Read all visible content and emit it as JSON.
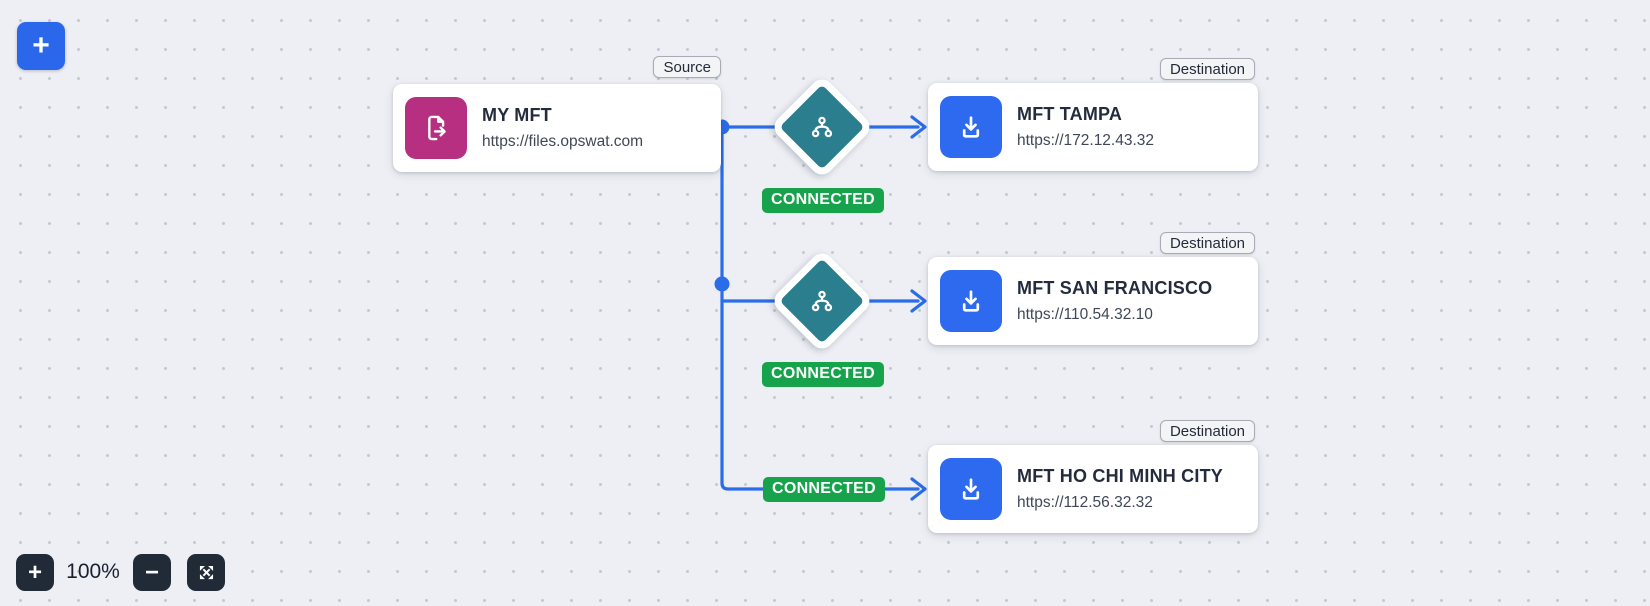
{
  "colors": {
    "canvas-bg": "#edeff4",
    "grid-dot": "#c5c9d1",
    "accent": "#2b67ea",
    "edge": "#2b6ce9",
    "tile-blue": "#2d6af0",
    "tile-magenta": "#b72f80",
    "diamond-teal": "#2b7e8e",
    "status-green": "#17a34b",
    "dark-button": "#212b38",
    "chip-bg": "#f3f4f6",
    "chip-border": "#a6abb5",
    "title-text": "#242b3d",
    "subtitle-text": "#3f4757"
  },
  "canvas": {
    "add_button_label": "+"
  },
  "source": {
    "chip": "Source",
    "title": "MY MFT",
    "url": "https://files.opswat.com",
    "icon": "file-export-icon"
  },
  "connections": [
    {
      "status": "CONNECTED",
      "icon": "sitemap-icon"
    },
    {
      "status": "CONNECTED",
      "icon": "sitemap-icon"
    },
    {
      "status": "CONNECTED"
    }
  ],
  "destinations": [
    {
      "chip": "Destination",
      "title": "MFT TAMPA",
      "url": "https://172.12.43.32",
      "icon": "download-icon"
    },
    {
      "chip": "Destination",
      "title": "MFT SAN FRANCISCO",
      "url": "https://110.54.32.10",
      "icon": "download-icon"
    },
    {
      "chip": "Destination",
      "title": "MFT HO CHI MINH CITY",
      "url": "https://112.56.32.32",
      "icon": "download-icon"
    }
  ],
  "toolbar": {
    "zoom_in_label": "+",
    "zoom_level": "100%",
    "zoom_out_label": "−",
    "fit_icon": "expand-icon"
  }
}
